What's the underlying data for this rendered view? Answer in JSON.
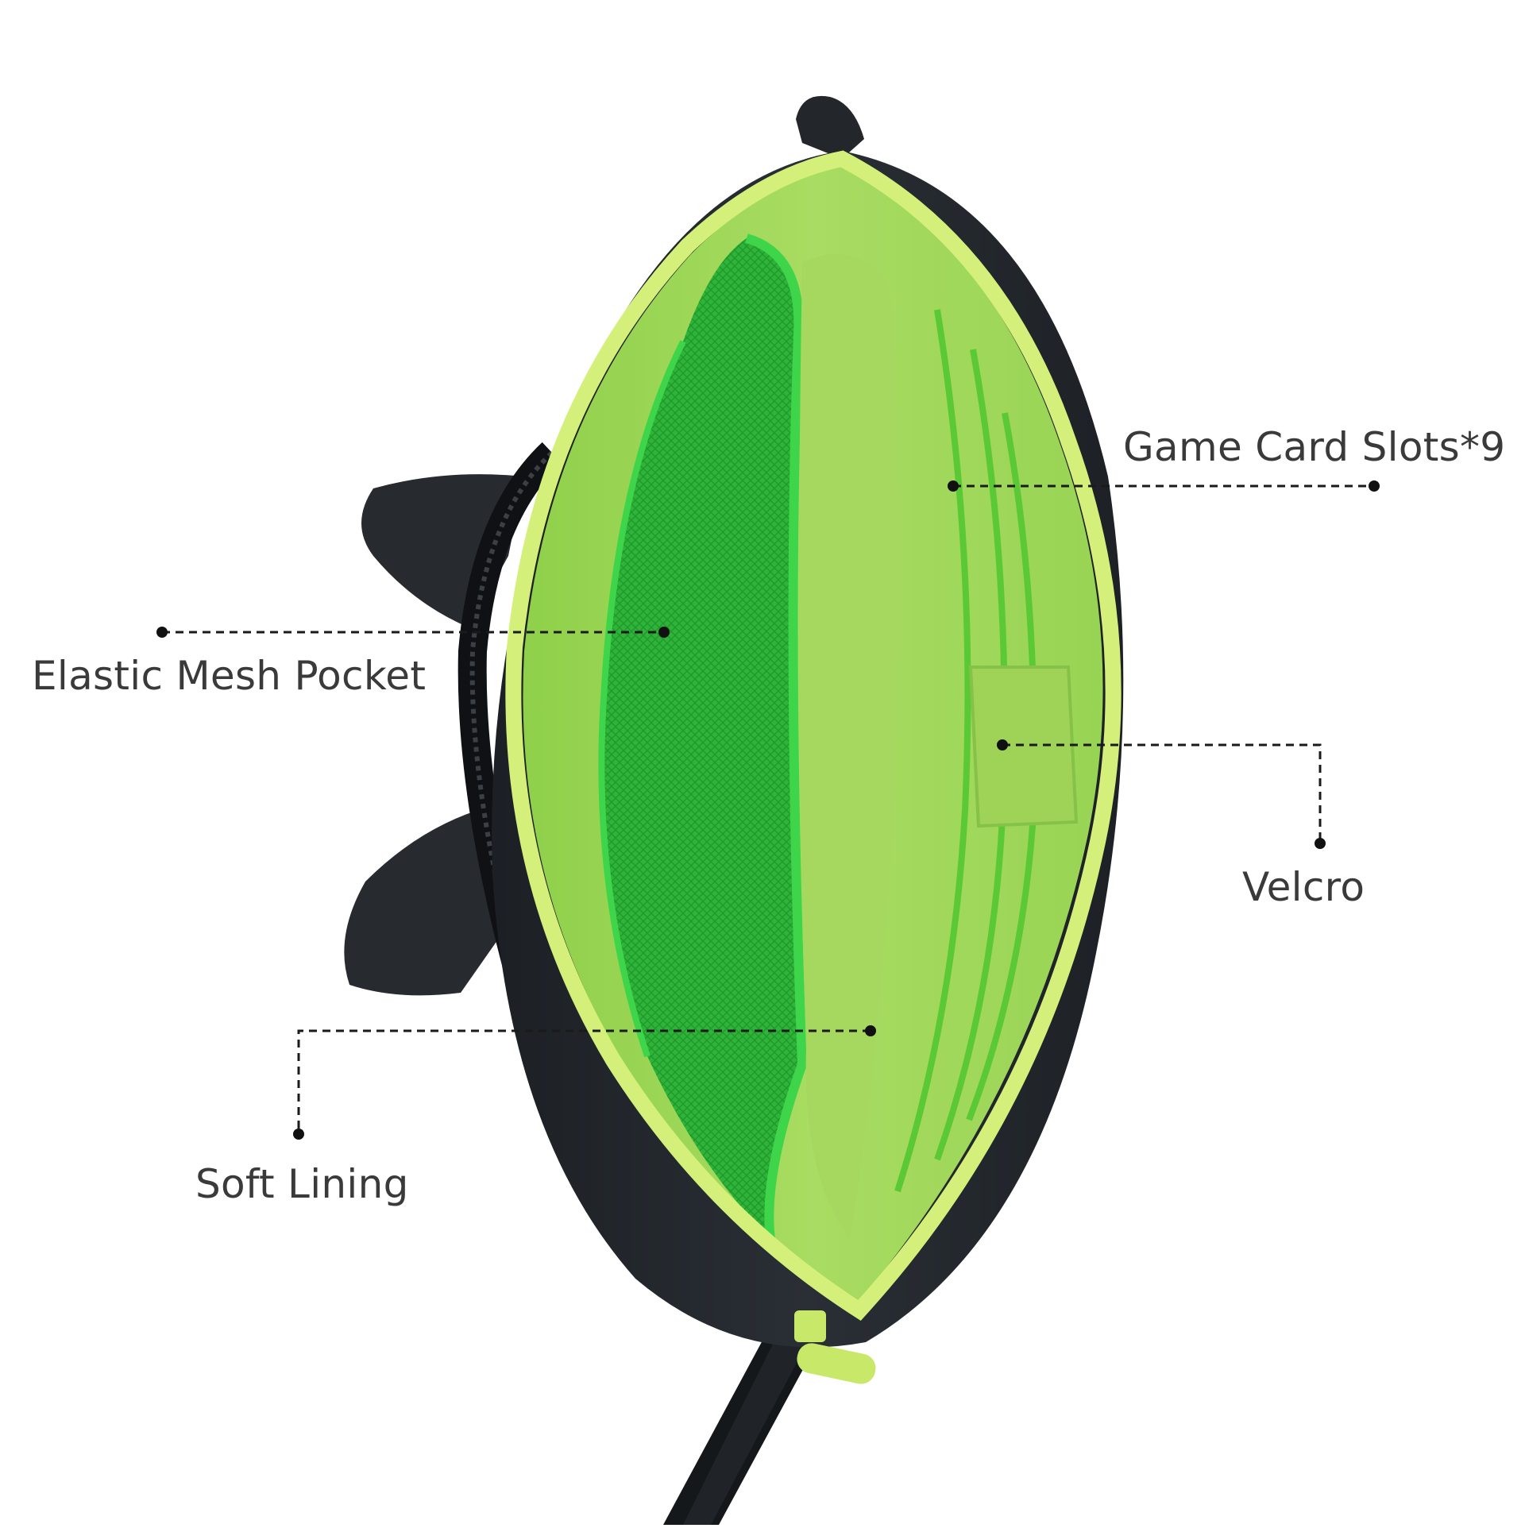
{
  "callouts": {
    "game_card_slots": "Game Card Slots*9",
    "elastic_mesh_pocket": "Elastic Mesh Pocket",
    "velcro": "Velcro",
    "soft_lining": "Soft Lining"
  },
  "colors": {
    "background": "#ffffff",
    "plush_body": "#22262b",
    "zipper_trim": "#d4f07a",
    "lining_light": "#9fd85a",
    "mesh_green": "#2fb33a",
    "label_text": "#3a3a3a",
    "leader_line": "#1a1a1a"
  }
}
